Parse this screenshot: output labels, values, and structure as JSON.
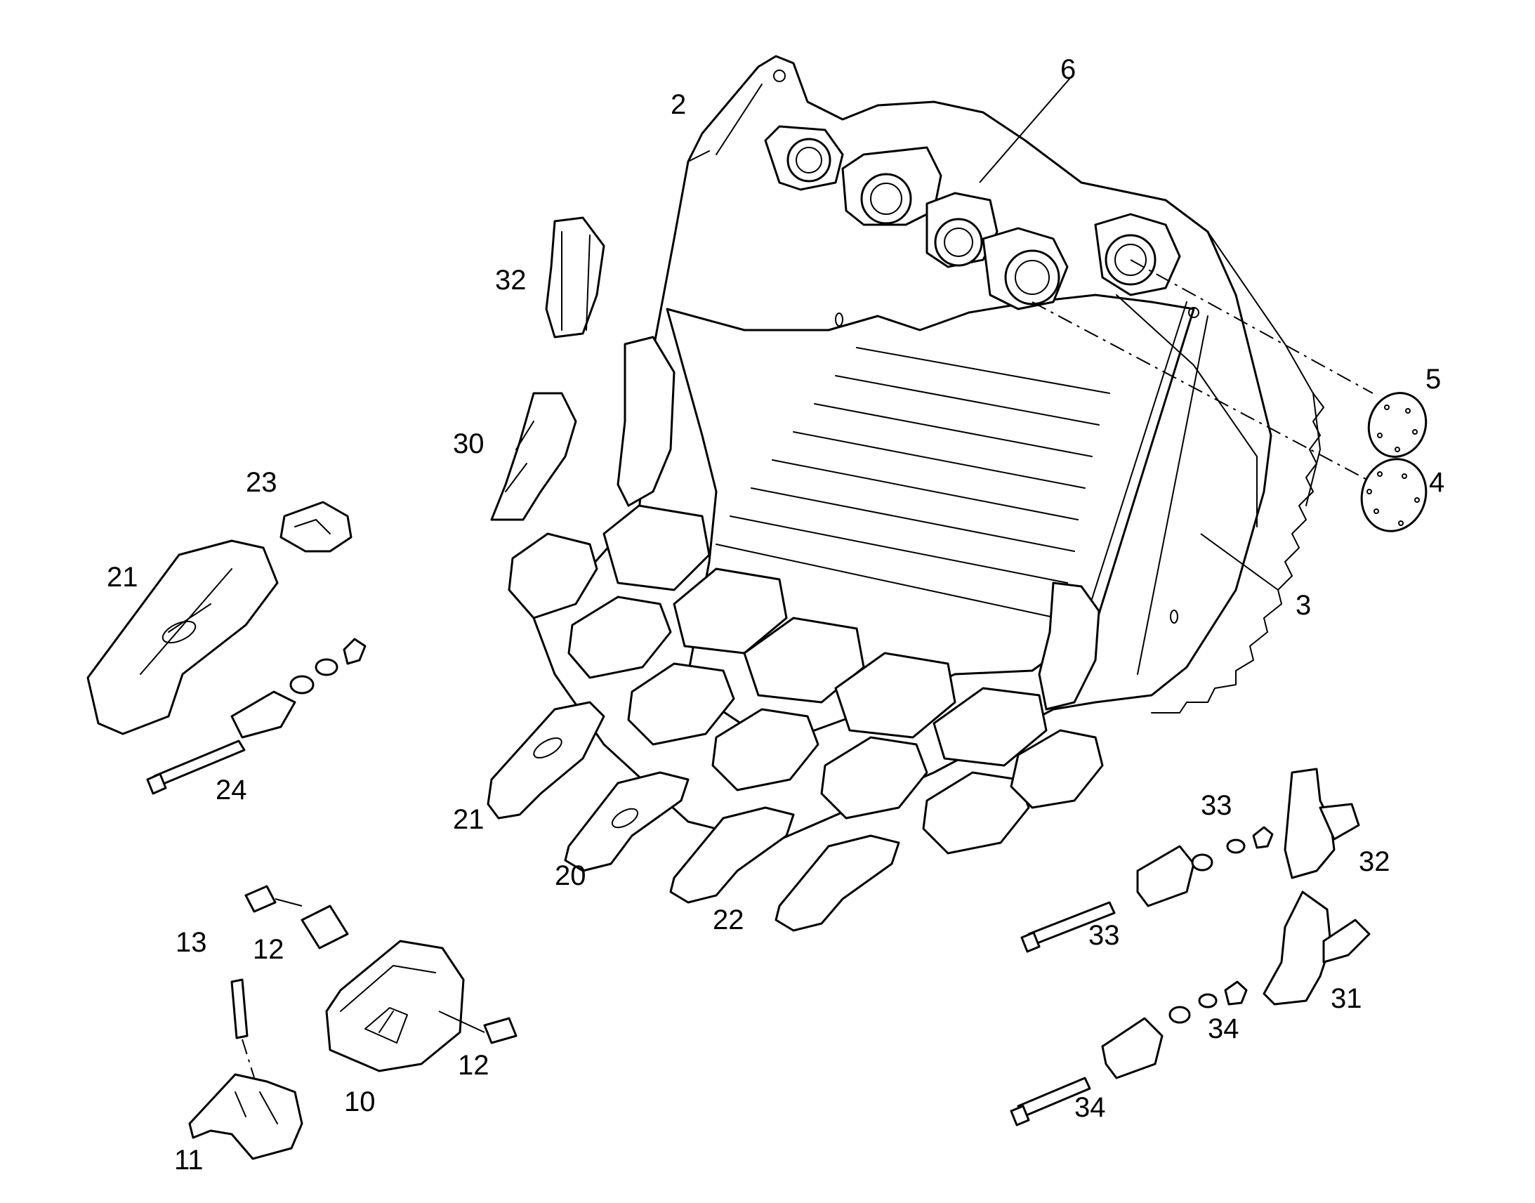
{
  "callouts": {
    "c2": "2",
    "c6": "6",
    "c5": "5",
    "c4": "4",
    "c3": "3",
    "c32a": "32",
    "c30": "30",
    "c23": "23",
    "c21a": "21",
    "c24": "24",
    "c21b": "21",
    "c20": "20",
    "c22": "22",
    "c33a": "33",
    "c33b": "33",
    "c32b": "32",
    "c31": "31",
    "c34a": "34",
    "c34b": "34",
    "c13": "13",
    "c12a": "12",
    "c12b": "12",
    "c10": "10",
    "c11": "11"
  },
  "colors": {
    "line": "#000000",
    "fill": "#ffffff"
  }
}
